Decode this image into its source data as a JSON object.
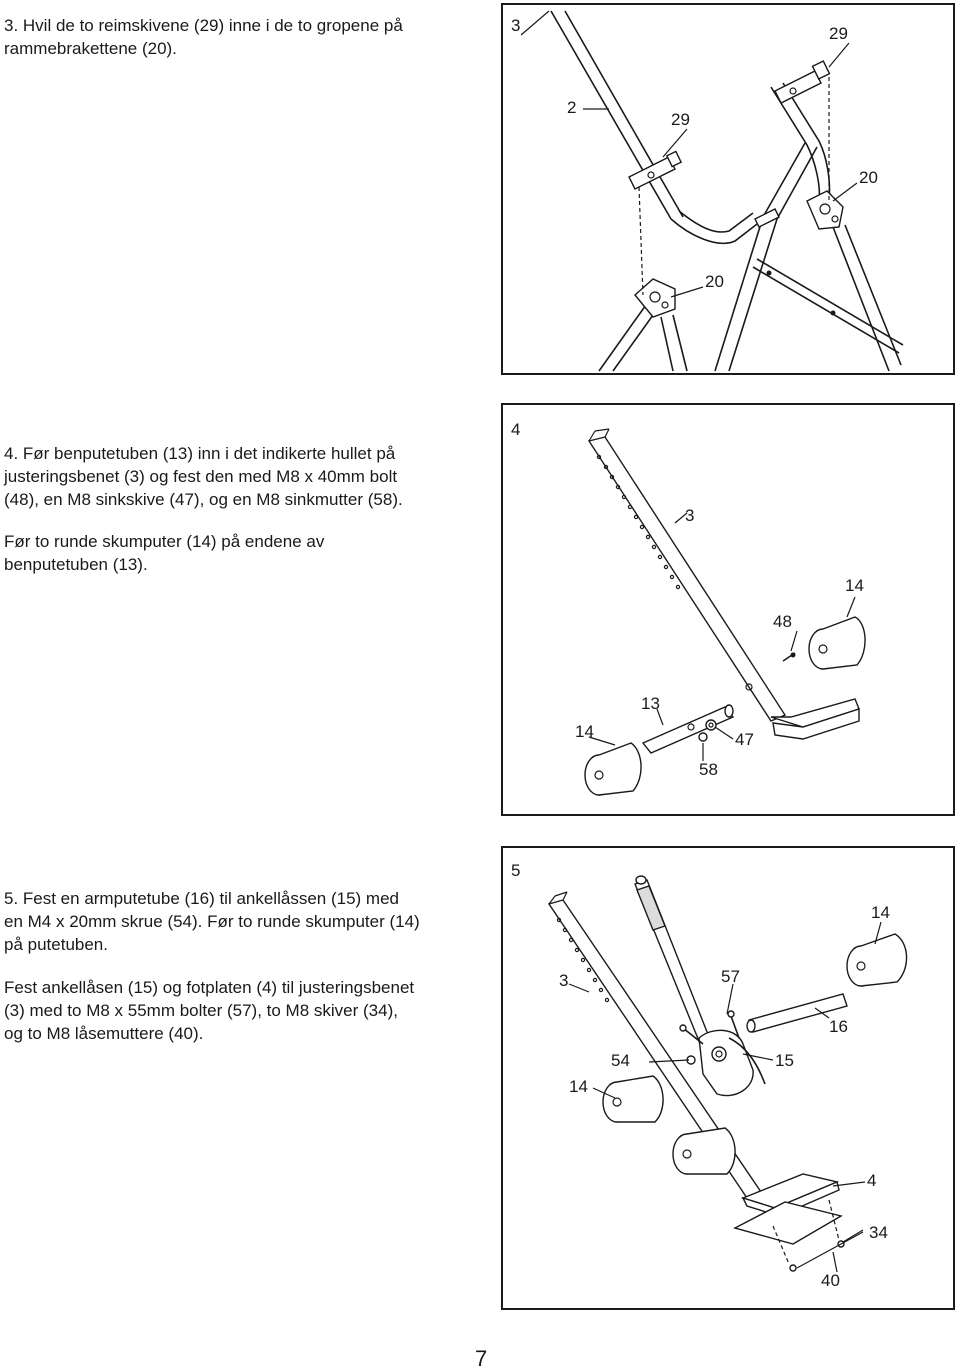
{
  "steps": {
    "s3": {
      "lines": [
        "3. Hvil de to reimskivene (29) inne i de to gropene på",
        "rammebrakettene (20)."
      ]
    },
    "s4": {
      "lines": [
        "4. Før benputetuben (13) inn i det indikerte hullet på",
        "justeringsbenet (3) og fest den med M8 x 40mm bolt",
        "(48), en M8 sinkskive (47), og en M8 sinkmutter (58)."
      ],
      "extra": [
        "Før to runde skumputer (14) på endene av",
        "benputetuben (13)."
      ]
    },
    "s5": {
      "lines": [
        "5. Fest en armputetube (16) til ankellåssen (15) med",
        "en M4 x 20mm skrue (54). Før to runde skumputer (14)",
        "på putetuben."
      ],
      "extra": [
        "Fest ankellåsen (15) og fotplaten (4) til justeringsbenet",
        "(3) med to M8 x 55mm bolter (57), to M8 skiver (34),",
        "og to M8 låsemuttere (40)."
      ]
    }
  },
  "fig3": {
    "step": "3",
    "labels": {
      "a": "29",
      "b": "2",
      "c": "29",
      "d": "20",
      "e": "20"
    }
  },
  "fig4": {
    "step": "4",
    "labels": {
      "a": "3",
      "b": "14",
      "c": "48",
      "d": "13",
      "e": "14",
      "f": "47",
      "g": "58"
    }
  },
  "fig5": {
    "step": "5",
    "labels": {
      "a": "14",
      "b": "3",
      "c": "57",
      "d": "16",
      "e": "54",
      "f": "15",
      "g": "14",
      "h": "4",
      "i": "34",
      "j": "40"
    }
  },
  "page_number": "7"
}
